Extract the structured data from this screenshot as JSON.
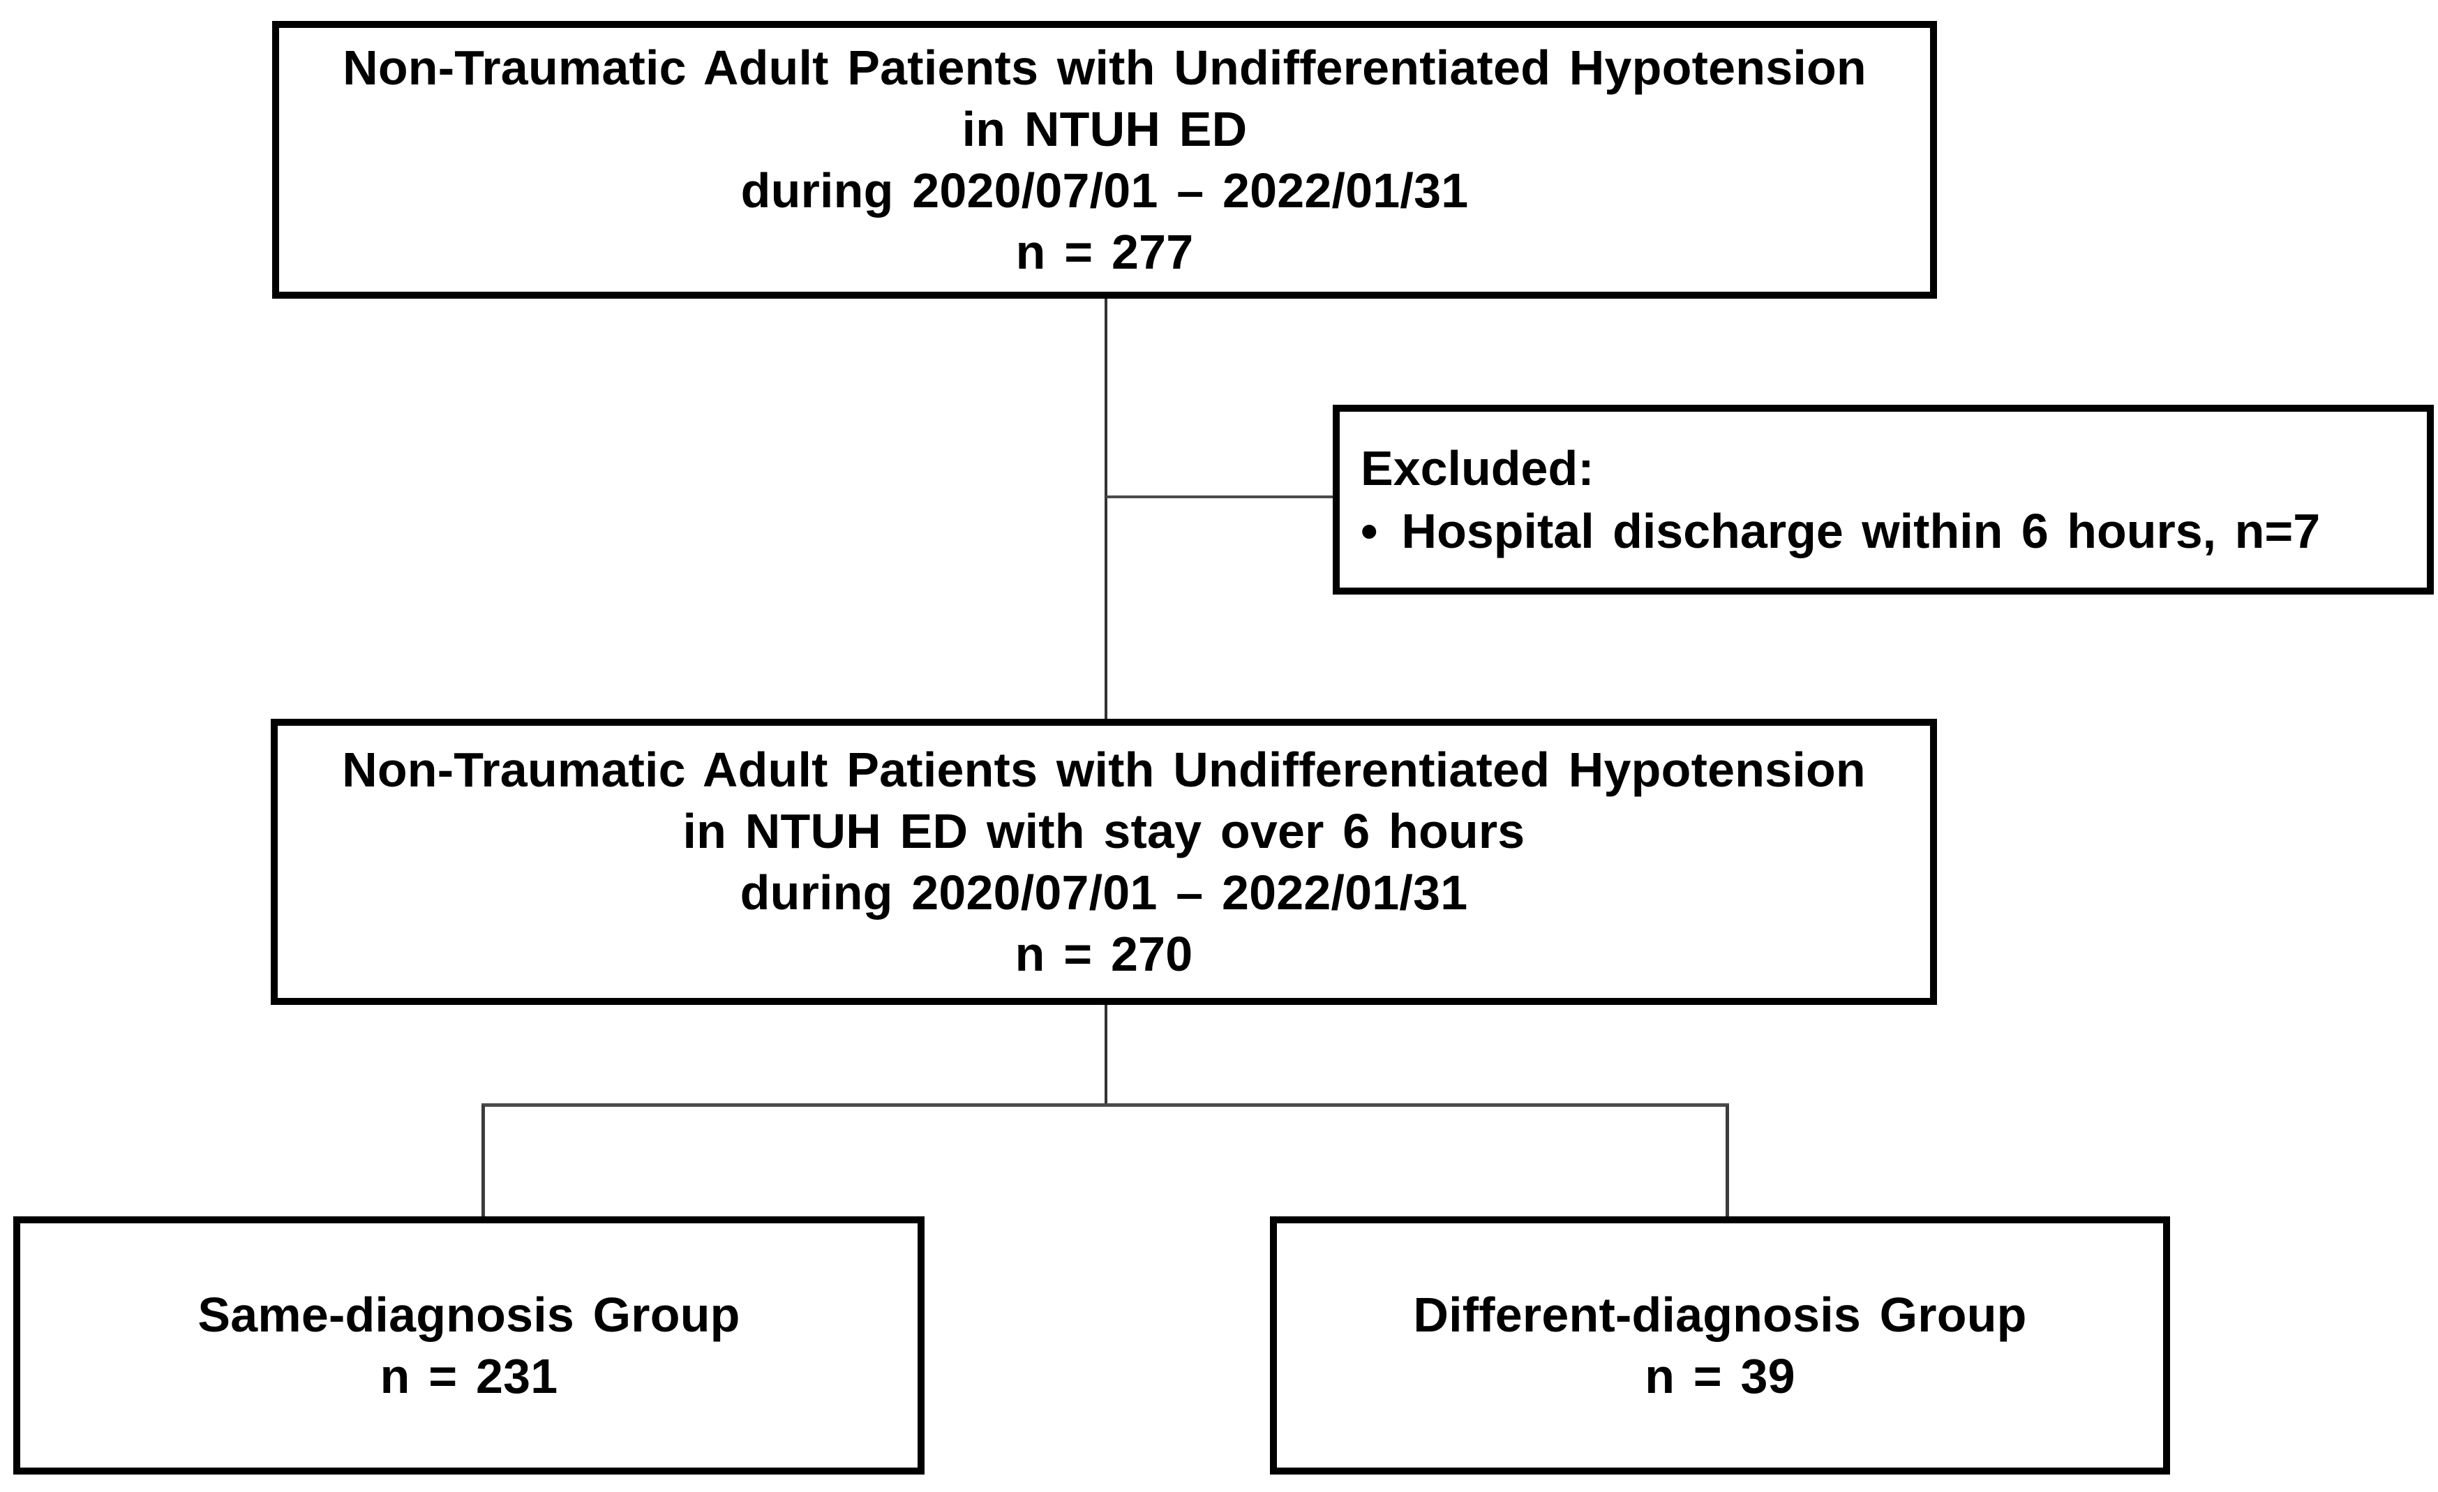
{
  "flowchart": {
    "boxes": {
      "initial": {
        "lines": [
          "Non-Traumatic Adult Patients with Undifferentiated Hypotension",
          "in NTUH ED",
          "during 2020/07/01 – 2022/01/31",
          "n = 277"
        ]
      },
      "excluded": {
        "heading": "Excluded:",
        "bullet": "•",
        "item": "Hospital discharge within 6 hours, n=7"
      },
      "eligible": {
        "lines": [
          "Non-Traumatic Adult Patients with Undifferentiated Hypotension",
          "in NTUH ED with stay over 6 hours",
          "during 2020/07/01 – 2022/01/31",
          "n = 270"
        ]
      },
      "same_diagnosis": {
        "lines": [
          "Same-diagnosis Group",
          "n = 231"
        ]
      },
      "different_diagnosis": {
        "lines": [
          "Different-diagnosis Group",
          "n = 39"
        ]
      }
    },
    "colors": {
      "background": "#ffffff",
      "box_border": "#000000",
      "text": "#000000",
      "connector": "#4a4a4a"
    }
  }
}
